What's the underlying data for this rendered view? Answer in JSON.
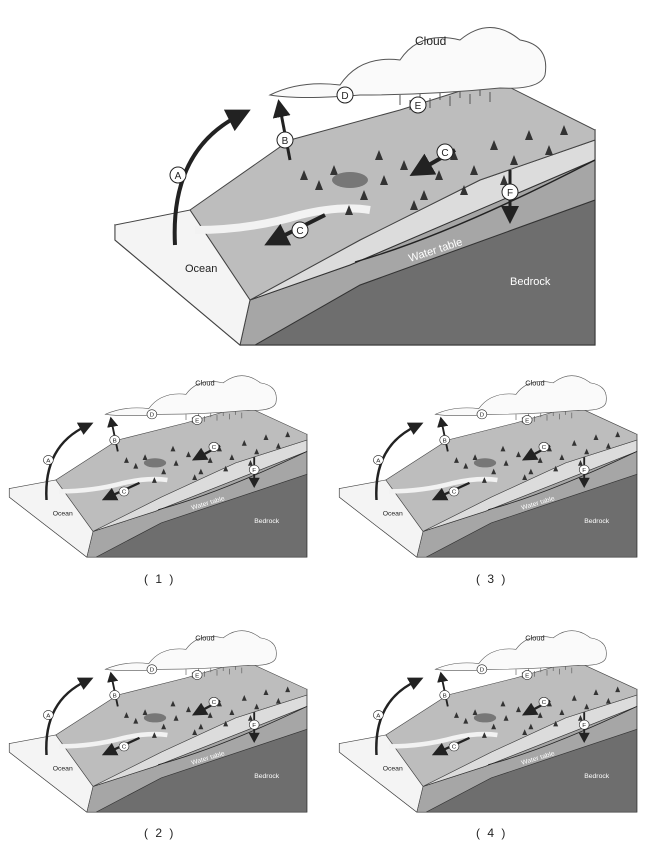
{
  "diagram": {
    "labels": {
      "cloud": "Cloud",
      "ocean": "Ocean",
      "water_table": "Water table",
      "bedrock": "Bedrock"
    },
    "process_letters": [
      "A",
      "B",
      "C",
      "D",
      "E",
      "F"
    ]
  },
  "options": [
    {
      "caption": "( 1 )"
    },
    {
      "caption": "( 2 )"
    },
    {
      "caption": "( 3 )"
    },
    {
      "caption": "( 4 )"
    }
  ]
}
